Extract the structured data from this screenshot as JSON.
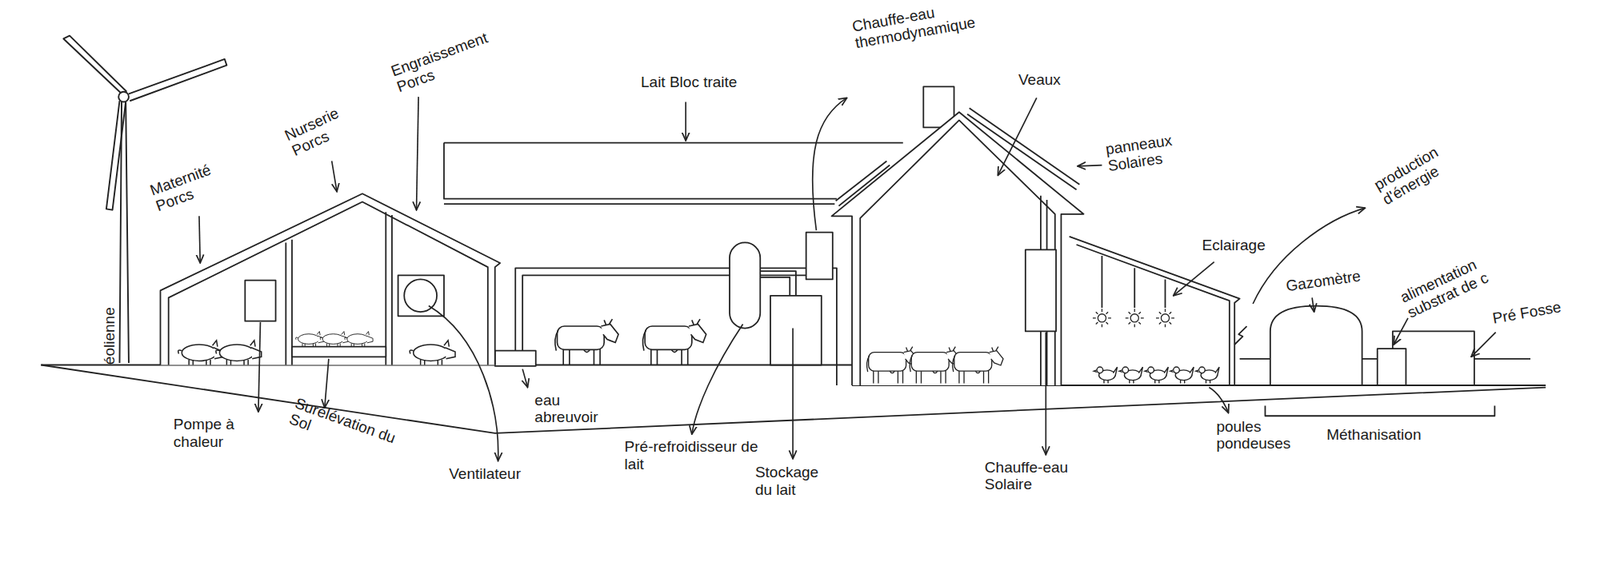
{
  "diagram": {
    "labels": [
      "éolienne",
      "Maternité Porcs",
      "Nurserie Porcs",
      "Engraissement Porcs",
      "Lait Bloc traite",
      "Chauffe-eau thermodynamique",
      "Veaux",
      "panneaux Solaires",
      "production d'énergie",
      "Eclairage",
      "Gazomètre",
      "alimentation substrat de c",
      "Pré Fosse",
      "Pompe à chaleur",
      "Surélévation du Sol",
      "Ventilateur",
      "eau abreuvoir",
      "Pré-refroidisseur de lait",
      "Stockage du lait",
      "Chauffe-eau Solaire",
      "poules pondeuses",
      "Méthanisation"
    ]
  }
}
